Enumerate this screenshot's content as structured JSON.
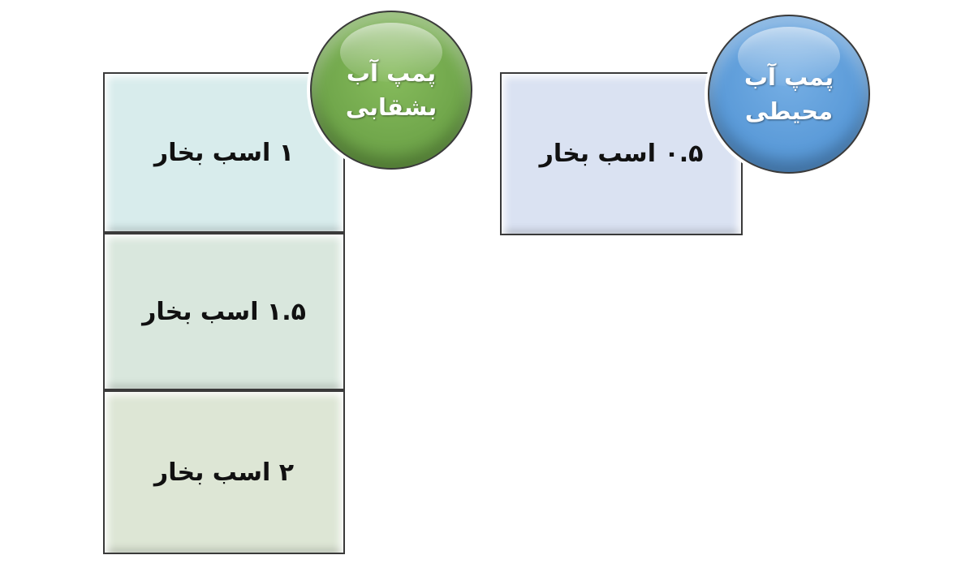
{
  "colors": {
    "box_teal": "#d8ecec",
    "box_mint": "#d9e7dd",
    "box_sage": "#dde6d5",
    "box_blue": "#dae2f2",
    "circle_green": "#6fa54a",
    "circle_blue": "#5a9ad8"
  },
  "left_group": {
    "circle": {
      "line1": "پمپ آب",
      "line2": "بشقابی"
    },
    "boxes": [
      {
        "label": "۱ اسب بخار"
      },
      {
        "label": "۱.۵ اسب بخار"
      },
      {
        "label": "۲ اسب بخار"
      }
    ]
  },
  "right_group": {
    "circle": {
      "line1": "پمپ آب",
      "line2": "محیطی"
    },
    "boxes": [
      {
        "label": "۰.۵ اسب بخار"
      }
    ]
  }
}
